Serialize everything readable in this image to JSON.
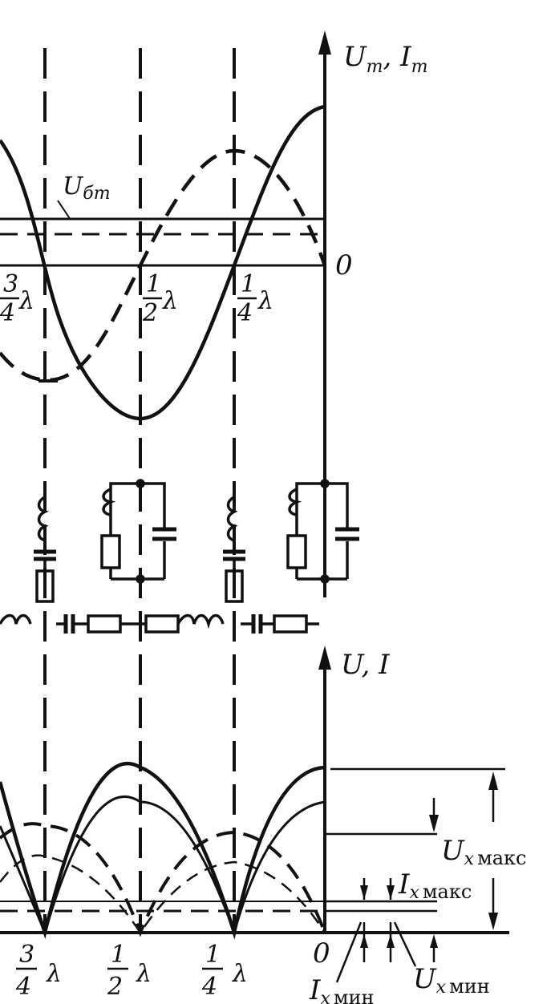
{
  "colors": {
    "ink": "#111111",
    "paper": "#ffffff"
  },
  "axes": {
    "top_axis_label": "U",
    "top_axis_sub_u": "m",
    "top_axis_mid": ", I",
    "top_axis_sub_i": "m",
    "bottom_axis_label": "U, I",
    "origin": "0"
  },
  "top_markers": {
    "three_quarter": {
      "num": "3",
      "den": "4",
      "sym": "λ"
    },
    "half": {
      "num": "1",
      "den": "2",
      "sym": "λ"
    },
    "quarter": {
      "num": "1",
      "den": "4",
      "sym": "λ"
    },
    "ub_label": "U",
    "ub_sub": "бm"
  },
  "bottom_markers": {
    "three_quarter": {
      "num": "3",
      "den": "4",
      "sym": "λ"
    },
    "half": {
      "num": "1",
      "den": "2",
      "sym": "λ"
    },
    "quarter": {
      "num": "1",
      "den": "4",
      "sym": "λ"
    },
    "origin": "0"
  },
  "bottom_labels": {
    "ux_max": {
      "main": "U",
      "sub": "x",
      "tail": "макс"
    },
    "ix_max": {
      "main": "I",
      "sub": "x",
      "tail": "макс"
    },
    "ix_min": {
      "main": "I",
      "sub": "x",
      "tail": "мин"
    },
    "ux_min": {
      "main": "U",
      "sub": "x",
      "tail": "мин"
    }
  }
}
